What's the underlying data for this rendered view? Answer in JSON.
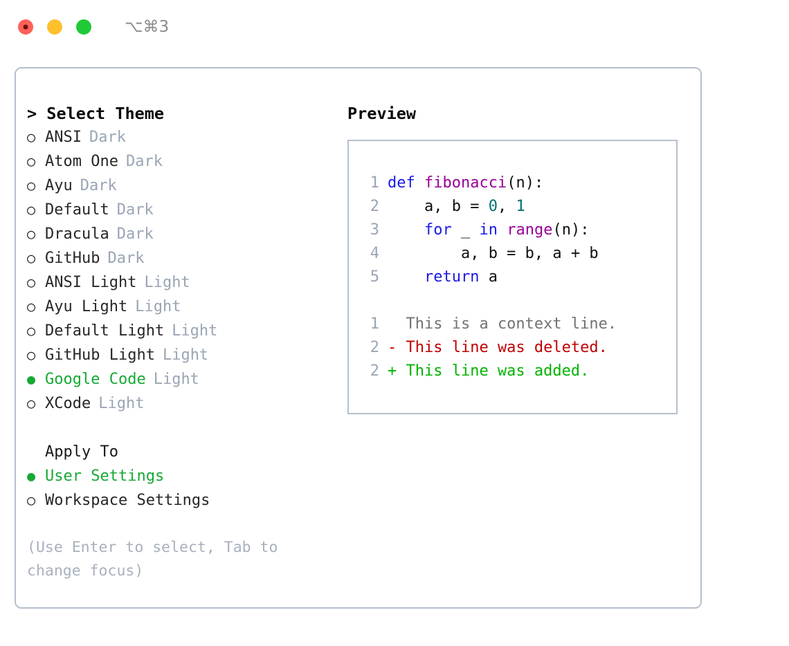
{
  "titlebar": {
    "shortcut": "⌥⌘3",
    "lights": [
      {
        "name": "close",
        "color": "#ff6159"
      },
      {
        "name": "minimize",
        "color": "#ffc02e"
      },
      {
        "name": "maximize",
        "color": "#20ca36"
      }
    ]
  },
  "theme_picker": {
    "header": "> Select Theme",
    "selected_bullet": "●",
    "unselected_bullet": "○",
    "accent_color": "#16a936",
    "tag_color": "#9aa5b5",
    "options": [
      {
        "label": "ANSI",
        "tag": "Dark",
        "selected": false
      },
      {
        "label": "Atom One",
        "tag": "Dark",
        "selected": false
      },
      {
        "label": "Ayu",
        "tag": "Dark",
        "selected": false
      },
      {
        "label": "Default",
        "tag": "Dark",
        "selected": false
      },
      {
        "label": "Dracula",
        "tag": "Dark",
        "selected": false
      },
      {
        "label": "GitHub",
        "tag": "Dark",
        "selected": false
      },
      {
        "label": "ANSI Light",
        "tag": "Light",
        "selected": false
      },
      {
        "label": "Ayu Light",
        "tag": "Light",
        "selected": false
      },
      {
        "label": "Default Light",
        "tag": "Light",
        "selected": false
      },
      {
        "label": "GitHub Light",
        "tag": "Light",
        "selected": false
      },
      {
        "label": "Google Code",
        "tag": "Light",
        "selected": true
      },
      {
        "label": "XCode",
        "tag": "Light",
        "selected": false
      }
    ]
  },
  "apply_to": {
    "header": "Apply To",
    "options": [
      {
        "label": "User Settings",
        "selected": true
      },
      {
        "label": "Workspace Settings",
        "selected": false
      }
    ]
  },
  "hint": "(Use Enter to select, Tab to change focus)",
  "preview": {
    "title": "Preview",
    "code_lines": [
      {
        "lineno": "1",
        "tokens": [
          {
            "text": "def ",
            "type": "kw"
          },
          {
            "text": "fibonacci",
            "type": "fn"
          },
          {
            "text": "(n):",
            "type": "pln"
          }
        ]
      },
      {
        "lineno": "2",
        "tokens": [
          {
            "text": "    a, b = ",
            "type": "pln"
          },
          {
            "text": "0",
            "type": "num"
          },
          {
            "text": ", ",
            "type": "pln"
          },
          {
            "text": "1",
            "type": "num"
          }
        ]
      },
      {
        "lineno": "3",
        "tokens": [
          {
            "text": "    ",
            "type": "pln"
          },
          {
            "text": "for",
            "type": "kw"
          },
          {
            "text": " _ ",
            "type": "pln"
          },
          {
            "text": "in",
            "type": "kw"
          },
          {
            "text": " ",
            "type": "pln"
          },
          {
            "text": "range",
            "type": "fn"
          },
          {
            "text": "(n):",
            "type": "pln"
          }
        ]
      },
      {
        "lineno": "4",
        "tokens": [
          {
            "text": "        a, b = b, a + b",
            "type": "pln"
          }
        ]
      },
      {
        "lineno": "5",
        "tokens": [
          {
            "text": "    ",
            "type": "pln"
          },
          {
            "text": "return",
            "type": "kw"
          },
          {
            "text": " a",
            "type": "pln"
          }
        ]
      }
    ],
    "diff_lines": [
      {
        "lineno": "1",
        "marker": " ",
        "text": " This is a context line.",
        "kind": "ctx"
      },
      {
        "lineno": "2",
        "marker": "-",
        "text": " This line was deleted.",
        "kind": "del"
      },
      {
        "lineno": "2",
        "marker": "+",
        "text": " This line was added.",
        "kind": "add"
      }
    ],
    "colors": {
      "keyword": "#1a1ae6",
      "function": "#990099",
      "number": "#007070",
      "plain": "#111111",
      "lineno": "#9aa5b5",
      "diff_context": "#737373",
      "diff_deleted": "#c00000",
      "diff_added": "#00b300"
    }
  }
}
